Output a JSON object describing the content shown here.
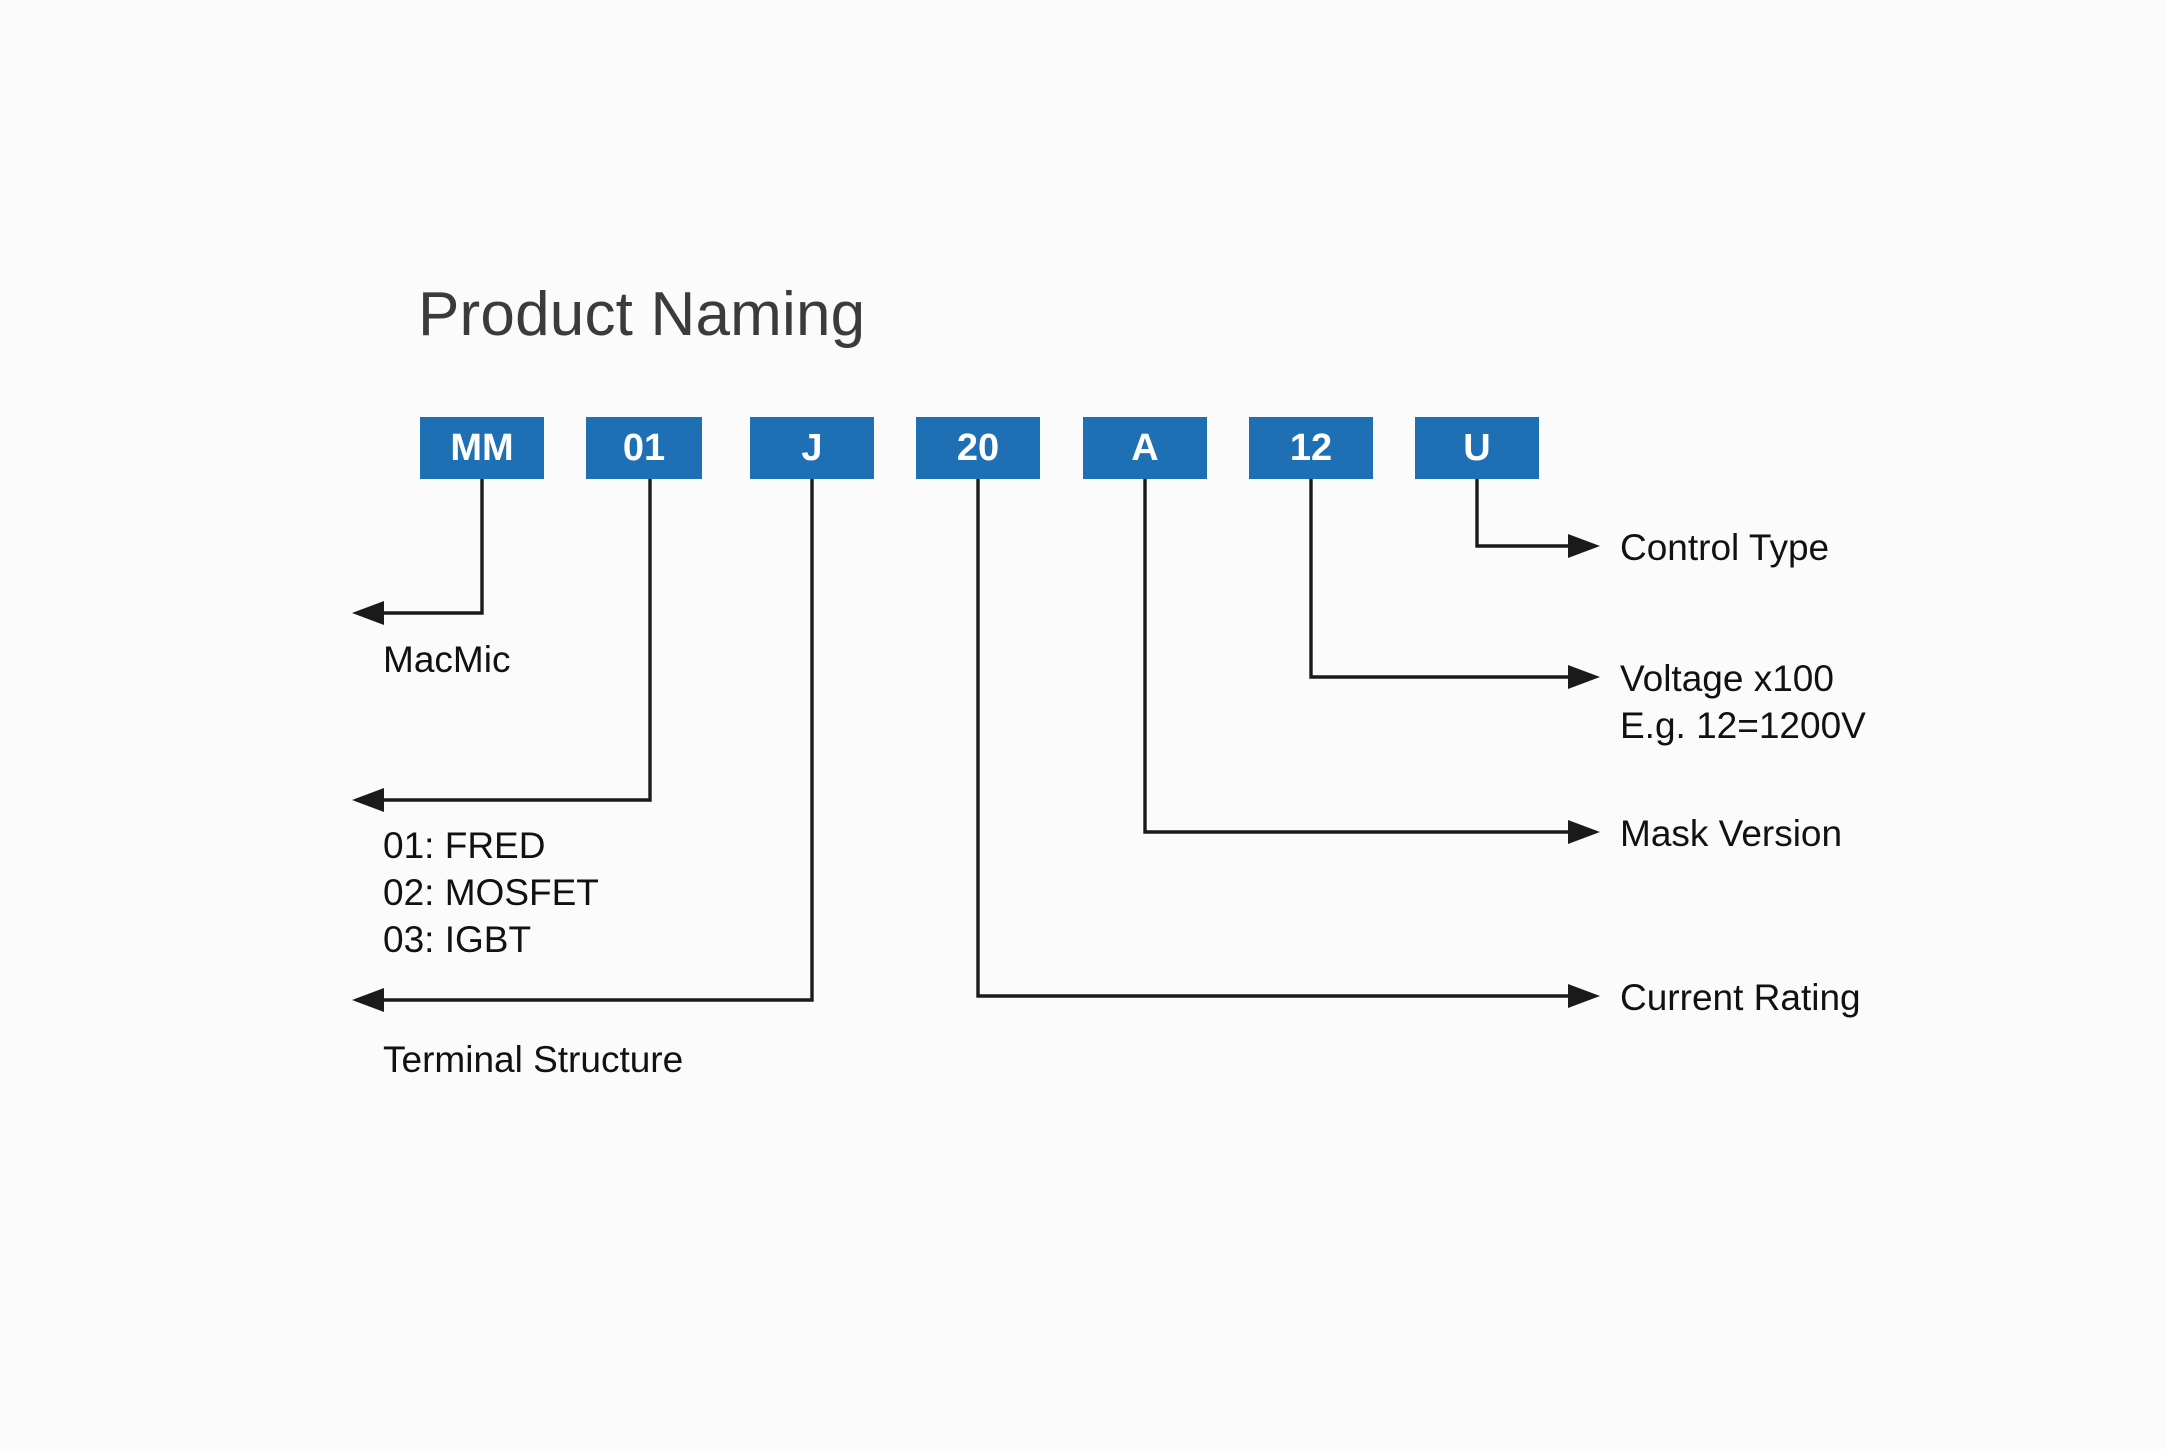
{
  "page": {
    "background_color": "#fbfbfc",
    "title": "Product Naming"
  },
  "style": {
    "box_fill": "#1f6fb5",
    "box_text_color": "#ffffff",
    "line_color": "#1a1a1a",
    "title_color": "#3b3b3b",
    "annotation_color": "#111111"
  },
  "code_boxes": [
    {
      "id": "box-mm",
      "label": "MM"
    },
    {
      "id": "box-01",
      "label": "01"
    },
    {
      "id": "box-j",
      "label": "J"
    },
    {
      "id": "box-20",
      "label": "20"
    },
    {
      "id": "box-a",
      "label": "A"
    },
    {
      "id": "box-12",
      "label": "12"
    },
    {
      "id": "box-u",
      "label": "U"
    }
  ],
  "annotations": {
    "macmic": "MacMic",
    "type_codes": [
      "01: FRED",
      "02: MOSFET",
      "03: IGBT"
    ],
    "terminal_structure": "Terminal Structure",
    "control_type": "Control Type",
    "voltage_line1": "Voltage x100",
    "voltage_line2": "E.g. 12=1200V",
    "mask_version": "Mask Version",
    "current_rating": "Current Rating"
  }
}
